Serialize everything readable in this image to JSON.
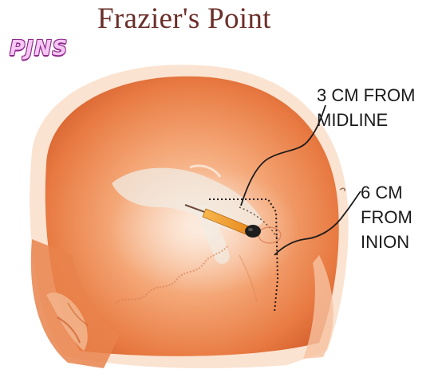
{
  "figure": {
    "title": "Frazier's Point",
    "logo_text": "PJNS",
    "annotations": {
      "midline": [
        "3 CM FROM",
        "MIDLINE"
      ],
      "inion": [
        "6 CM",
        "FROM",
        "INION"
      ]
    },
    "colors": {
      "skull_light": "#f8c9a6",
      "skull_mid": "#f0935c",
      "skull_dark": "#d8612e",
      "title": "#6b2f2a",
      "logo": "#f6c6f4",
      "logo_outline": "#8e2a8c",
      "needle_shaft": "#f2a23a",
      "line": "#1a1a1a"
    },
    "icons": [
      "skull-illustration",
      "burr-hole-drill-icon",
      "logo-pjns"
    ]
  }
}
